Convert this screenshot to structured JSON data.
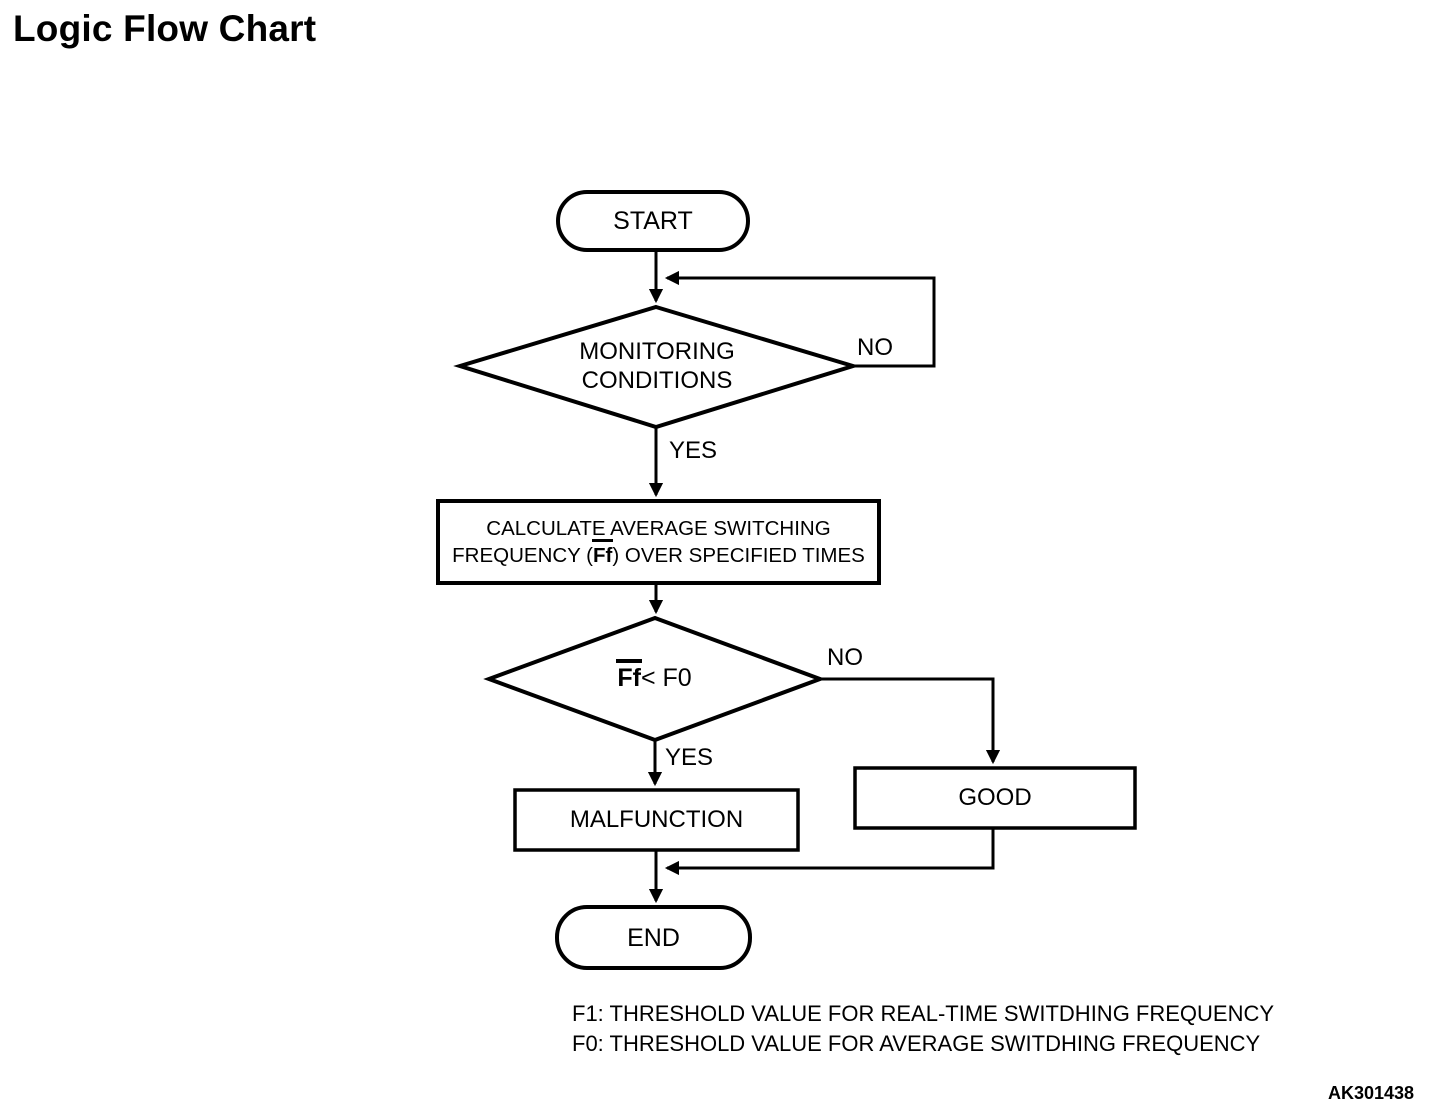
{
  "page": {
    "title": "Logic Flow Chart",
    "figure_code": "AK301438"
  },
  "colors": {
    "ink": "#000000",
    "background": "#ffffff"
  },
  "flowchart": {
    "nodes": {
      "start": {
        "label": "START",
        "type": "terminator"
      },
      "monitoring": {
        "label": "MONITORING\nCONDITIONS",
        "type": "decision"
      },
      "calculate": {
        "type": "process",
        "line1": "CALCULATE AVERAGE SWITCHING",
        "line2_prefix": "FREQUENCY (",
        "line2_overline": "Ff",
        "line2_suffix": ") OVER SPECIFIED TIMES"
      },
      "ff_check": {
        "type": "decision",
        "overline": "Ff",
        "rest": " < F0"
      },
      "malfunction": {
        "label": "MALFUNCTION",
        "type": "process"
      },
      "good": {
        "label": "GOOD",
        "type": "process"
      },
      "end": {
        "label": "END",
        "type": "terminator"
      }
    },
    "edges": {
      "monitoring_no": "NO",
      "monitoring_yes": "YES",
      "ff_no": "NO",
      "ff_yes": "YES"
    }
  },
  "legend": {
    "lines": [
      "F1: THRESHOLD VALUE FOR REAL-TIME SWITDHING FREQUENCY",
      "F0: THRESHOLD VALUE FOR AVERAGE SWITDHING FREQUENCY"
    ]
  }
}
